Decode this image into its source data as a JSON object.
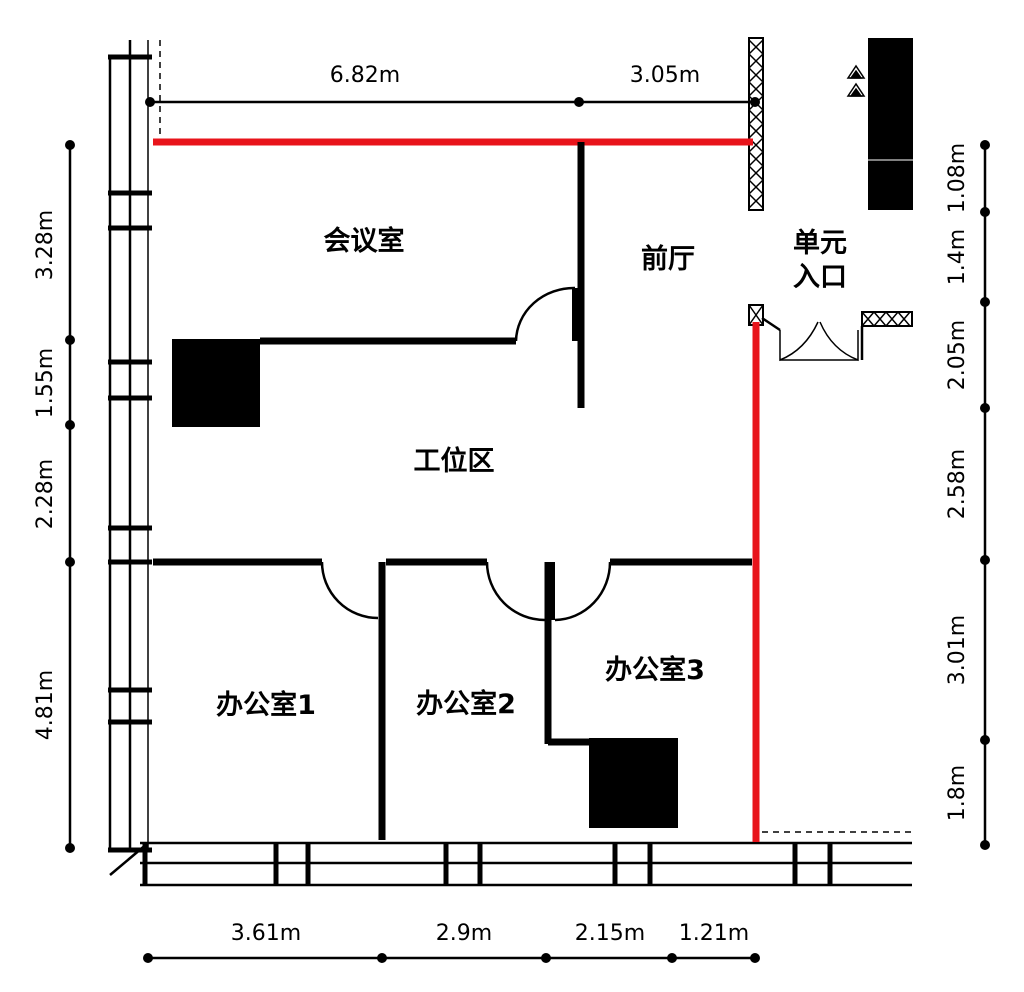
{
  "rooms": {
    "meeting_room": "会议室",
    "lobby": "前厅",
    "unit_entrance_line1": "单元",
    "unit_entrance_line2": "入口",
    "workstation_area": "工位区",
    "office_1": "办公室1",
    "office_2": "办公室2",
    "office_3": "办公室3"
  },
  "dimensions": {
    "top": [
      "6.82m",
      "3.05m"
    ],
    "left": [
      "3.28m",
      "1.55m",
      "2.28m",
      "4.81m"
    ],
    "right": [
      "1.08m",
      "1.4m",
      "2.05m",
      "2.58m",
      "3.01m",
      "1.8m"
    ],
    "bottom": [
      "3.61m",
      "2.9m",
      "2.15m",
      "1.21m"
    ]
  },
  "colors": {
    "wall": "#000000",
    "highlight_wall": "#e8141b",
    "background": "#ffffff"
  }
}
